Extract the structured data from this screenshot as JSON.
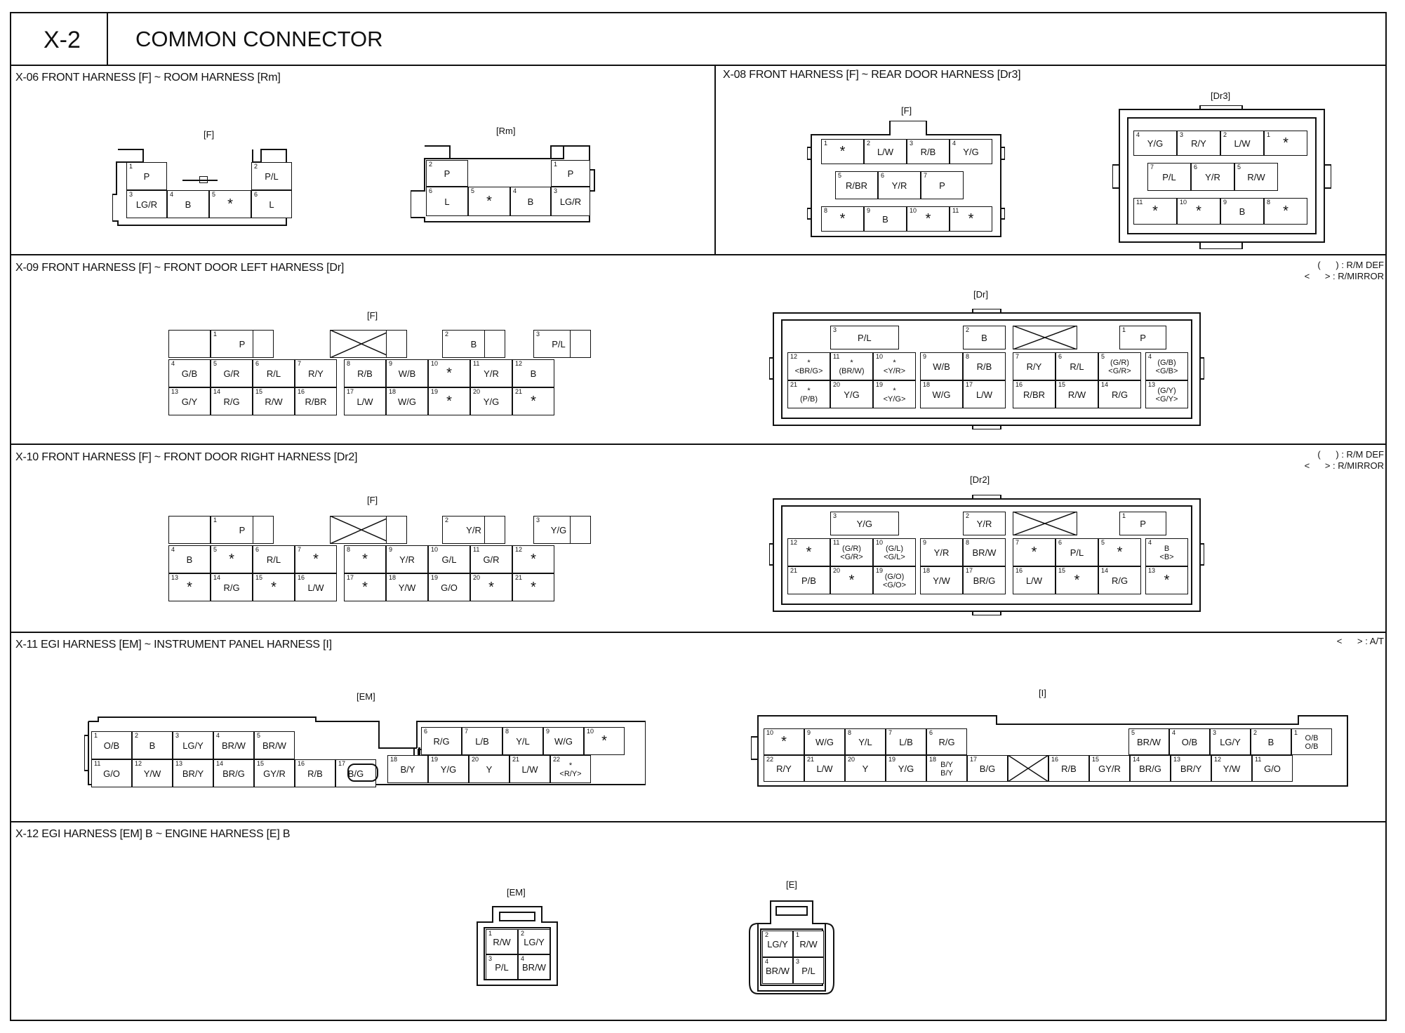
{
  "header": {
    "code": "X-2",
    "title": "COMMON CONNECTOR"
  },
  "sections": [
    {
      "id": "x06",
      "title": "X-06 FRONT HARNESS [F] ~ ROOM HARNESS [Rm]"
    },
    {
      "id": "x08",
      "title": "X-08 FRONT HARNESS [F] ~ REAR DOOR HARNESS [Dr3]"
    },
    {
      "id": "x09",
      "title": "X-09 FRONT HARNESS [F] ~ FRONT DOOR LEFT HARNESS [Dr]",
      "note": "(      ) : R/M DEF\n<      > : R/MIRROR"
    },
    {
      "id": "x10",
      "title": "X-10 FRONT HARNESS [F] ~ FRONT DOOR RIGHT HARNESS [Dr2]",
      "note": "(      ) : R/M DEF\n<      > : R/MIRROR"
    },
    {
      "id": "x11",
      "title": "X-11 EGI HARNESS [EM] ~ INSTRUMENT PANEL HARNESS [I]",
      "note": "<      > : A/T"
    },
    {
      "id": "x12",
      "title": "X-12 EGI HARNESS [EM] B ~ ENGINE HARNESS [E] B"
    }
  ],
  "connectors": {
    "x06_f": {
      "label": "[F]",
      "pins": [
        {
          "n": "1",
          "c": "P"
        },
        {
          "n": "2",
          "c": "P/L"
        },
        {
          "n": "3",
          "c": "LG/R"
        },
        {
          "n": "4",
          "c": "B"
        },
        {
          "n": "5",
          "c": "*"
        },
        {
          "n": "6",
          "c": "L"
        }
      ]
    },
    "x06_rm": {
      "label": "[Rm]",
      "pins": [
        {
          "n": "2",
          "c": "P"
        },
        {
          "n": "1",
          "c": "P"
        },
        {
          "n": "6",
          "c": "L"
        },
        {
          "n": "5",
          "c": "*"
        },
        {
          "n": "4",
          "c": "B"
        },
        {
          "n": "3",
          "c": "LG/R"
        }
      ]
    },
    "x08_f": {
      "label": "[F]",
      "pins": [
        {
          "n": "1",
          "c": "*"
        },
        {
          "n": "2",
          "c": "L/W"
        },
        {
          "n": "3",
          "c": "R/B"
        },
        {
          "n": "4",
          "c": "Y/G"
        },
        {
          "n": "5",
          "c": "R/BR"
        },
        {
          "n": "6",
          "c": "Y/R"
        },
        {
          "n": "7",
          "c": "P"
        },
        {
          "n": "8",
          "c": "*"
        },
        {
          "n": "9",
          "c": "B"
        },
        {
          "n": "10",
          "c": "*"
        },
        {
          "n": "11",
          "c": "*"
        }
      ]
    },
    "x08_dr3": {
      "label": "[Dr3]",
      "pins": [
        {
          "n": "4",
          "c": "Y/G"
        },
        {
          "n": "3",
          "c": "R/Y"
        },
        {
          "n": "2",
          "c": "L/W"
        },
        {
          "n": "1",
          "c": "*"
        },
        {
          "n": "7",
          "c": "P/L"
        },
        {
          "n": "6",
          "c": "Y/R"
        },
        {
          "n": "5",
          "c": "R/W"
        },
        {
          "n": "11",
          "c": "*"
        },
        {
          "n": "10",
          "c": "*"
        },
        {
          "n": "9",
          "c": "B"
        },
        {
          "n": "8",
          "c": "*"
        }
      ]
    },
    "x09_f": {
      "label": "[F]",
      "pins": [
        {
          "n": "1",
          "c": "P"
        },
        {
          "n": "2",
          "c": "B"
        },
        {
          "n": "3",
          "c": "P/L"
        },
        {
          "n": "4",
          "c": "G/B"
        },
        {
          "n": "5",
          "c": "G/R"
        },
        {
          "n": "6",
          "c": "R/L"
        },
        {
          "n": "7",
          "c": "R/Y"
        },
        {
          "n": "8",
          "c": "R/B"
        },
        {
          "n": "9",
          "c": "W/B"
        },
        {
          "n": "10",
          "c": "*"
        },
        {
          "n": "11",
          "c": "Y/R"
        },
        {
          "n": "12",
          "c": "B"
        },
        {
          "n": "13",
          "c": "G/Y"
        },
        {
          "n": "14",
          "c": "R/G"
        },
        {
          "n": "15",
          "c": "R/W"
        },
        {
          "n": "16",
          "c": "R/BR"
        },
        {
          "n": "17",
          "c": "L/W"
        },
        {
          "n": "18",
          "c": "W/G"
        },
        {
          "n": "19",
          "c": "*"
        },
        {
          "n": "20",
          "c": "Y/G"
        },
        {
          "n": "21",
          "c": "*"
        }
      ]
    },
    "x09_dr": {
      "label": "[Dr]",
      "pins": [
        {
          "n": "3",
          "c": "P/L"
        },
        {
          "n": "2",
          "c": "B"
        },
        {
          "n": "1",
          "c": "P"
        },
        {
          "n": "12",
          "c": "*\n<BR/G>"
        },
        {
          "n": "11",
          "c": "*\n(BR/W)"
        },
        {
          "n": "10",
          "c": "*\n<Y/R>"
        },
        {
          "n": "9",
          "c": "W/B"
        },
        {
          "n": "8",
          "c": "R/B"
        },
        {
          "n": "7",
          "c": "R/Y"
        },
        {
          "n": "6",
          "c": "R/L"
        },
        {
          "n": "5",
          "c": "(G/R)\n<G/R>"
        },
        {
          "n": "4",
          "c": "(G/B)\n<G/B>"
        },
        {
          "n": "21",
          "c": "*\n(P/B)"
        },
        {
          "n": "20",
          "c": "Y/G"
        },
        {
          "n": "19",
          "c": "*\n<Y/G>"
        },
        {
          "n": "18",
          "c": "W/G"
        },
        {
          "n": "17",
          "c": "L/W"
        },
        {
          "n": "16",
          "c": "R/BR"
        },
        {
          "n": "15",
          "c": "R/W"
        },
        {
          "n": "14",
          "c": "R/G"
        },
        {
          "n": "13",
          "c": "(G/Y)\n<G/Y>"
        }
      ]
    },
    "x10_f": {
      "label": "[F]",
      "pins": [
        {
          "n": "1",
          "c": "P"
        },
        {
          "n": "2",
          "c": "Y/R"
        },
        {
          "n": "3",
          "c": "Y/G"
        },
        {
          "n": "4",
          "c": "B"
        },
        {
          "n": "5",
          "c": "*"
        },
        {
          "n": "6",
          "c": "R/L"
        },
        {
          "n": "7",
          "c": "*"
        },
        {
          "n": "8",
          "c": "*"
        },
        {
          "n": "9",
          "c": "Y/R"
        },
        {
          "n": "10",
          "c": "G/L"
        },
        {
          "n": "11",
          "c": "G/R"
        },
        {
          "n": "12",
          "c": "*"
        },
        {
          "n": "13",
          "c": "*"
        },
        {
          "n": "14",
          "c": "R/G"
        },
        {
          "n": "15",
          "c": "*"
        },
        {
          "n": "16",
          "c": "L/W"
        },
        {
          "n": "17",
          "c": "*"
        },
        {
          "n": "18",
          "c": "Y/W"
        },
        {
          "n": "19",
          "c": "G/O"
        },
        {
          "n": "20",
          "c": "*"
        },
        {
          "n": "21",
          "c": "*"
        }
      ]
    },
    "x10_dr2": {
      "label": "[Dr2]",
      "pins": [
        {
          "n": "3",
          "c": "Y/G"
        },
        {
          "n": "2",
          "c": "Y/R"
        },
        {
          "n": "1",
          "c": "P"
        },
        {
          "n": "12",
          "c": "*"
        },
        {
          "n": "11",
          "c": "(G/R)\n<G/R>"
        },
        {
          "n": "10",
          "c": "(G/L)\n<G/L>"
        },
        {
          "n": "9",
          "c": "Y/R"
        },
        {
          "n": "8",
          "c": "BR/W"
        },
        {
          "n": "7",
          "c": "*"
        },
        {
          "n": "6",
          "c": "P/L"
        },
        {
          "n": "5",
          "c": "*"
        },
        {
          "n": "4",
          "c": "B\n<B>"
        },
        {
          "n": "21",
          "c": "P/B"
        },
        {
          "n": "20",
          "c": "*"
        },
        {
          "n": "19",
          "c": "(G/O)\n<G/O>"
        },
        {
          "n": "18",
          "c": "Y/W"
        },
        {
          "n": "17",
          "c": "BR/G"
        },
        {
          "n": "16",
          "c": "L/W"
        },
        {
          "n": "15",
          "c": "*"
        },
        {
          "n": "14",
          "c": "R/G"
        },
        {
          "n": "13",
          "c": "*"
        }
      ]
    },
    "x11_em": {
      "label": "[EM]",
      "pins": [
        {
          "n": "1",
          "c": "O/B"
        },
        {
          "n": "2",
          "c": "B"
        },
        {
          "n": "3",
          "c": "LG/Y"
        },
        {
          "n": "4",
          "c": "BR/W"
        },
        {
          "n": "5",
          "c": "BR/W"
        },
        {
          "n": "6",
          "c": "R/G"
        },
        {
          "n": "7",
          "c": "L/B"
        },
        {
          "n": "8",
          "c": "Y/L"
        },
        {
          "n": "9",
          "c": "W/G"
        },
        {
          "n": "10",
          "c": "*"
        },
        {
          "n": "11",
          "c": "G/O"
        },
        {
          "n": "12",
          "c": "Y/W"
        },
        {
          "n": "13",
          "c": "BR/Y"
        },
        {
          "n": "14",
          "c": "BR/G"
        },
        {
          "n": "15",
          "c": "GY/R"
        },
        {
          "n": "16",
          "c": "R/B"
        },
        {
          "n": "17",
          "c": "B/G"
        },
        {
          "n": "18",
          "c": "B/Y"
        },
        {
          "n": "19",
          "c": "Y/G"
        },
        {
          "n": "20",
          "c": "Y"
        },
        {
          "n": "21",
          "c": "L/W"
        },
        {
          "n": "22",
          "c": "*\n<R/Y>"
        }
      ]
    },
    "x11_i": {
      "label": "[I]",
      "pins": [
        {
          "n": "10",
          "c": "*"
        },
        {
          "n": "9",
          "c": "W/G"
        },
        {
          "n": "8",
          "c": "Y/L"
        },
        {
          "n": "7",
          "c": "L/B"
        },
        {
          "n": "6",
          "c": "R/G"
        },
        {
          "n": "5",
          "c": "BR/W"
        },
        {
          "n": "4",
          "c": "O/B"
        },
        {
          "n": "3",
          "c": "LG/Y"
        },
        {
          "n": "2",
          "c": "B"
        },
        {
          "n": "1",
          "c": "O/B\nO/B"
        },
        {
          "n": "22",
          "c": "R/Y"
        },
        {
          "n": "21",
          "c": "L/W"
        },
        {
          "n": "20",
          "c": "Y"
        },
        {
          "n": "19",
          "c": "Y/G"
        },
        {
          "n": "18",
          "c": "B/Y\nB/Y"
        },
        {
          "n": "17",
          "c": "B/G"
        },
        {
          "n": "16",
          "c": "R/B"
        },
        {
          "n": "15",
          "c": "GY/R"
        },
        {
          "n": "14",
          "c": "BR/G"
        },
        {
          "n": "13",
          "c": "BR/Y"
        },
        {
          "n": "12",
          "c": "Y/W"
        },
        {
          "n": "11",
          "c": "G/O"
        }
      ]
    },
    "x12_em": {
      "label": "[EM]",
      "pins": [
        {
          "n": "1",
          "c": "R/W"
        },
        {
          "n": "2",
          "c": "LG/Y"
        },
        {
          "n": "3",
          "c": "P/L"
        },
        {
          "n": "4",
          "c": "BR/W"
        }
      ]
    },
    "x12_e": {
      "label": "[E]",
      "pins": [
        {
          "n": "2",
          "c": "LG/Y"
        },
        {
          "n": "1",
          "c": "R/W"
        },
        {
          "n": "4",
          "c": "BR/W"
        },
        {
          "n": "3",
          "c": "P/L"
        }
      ]
    }
  }
}
